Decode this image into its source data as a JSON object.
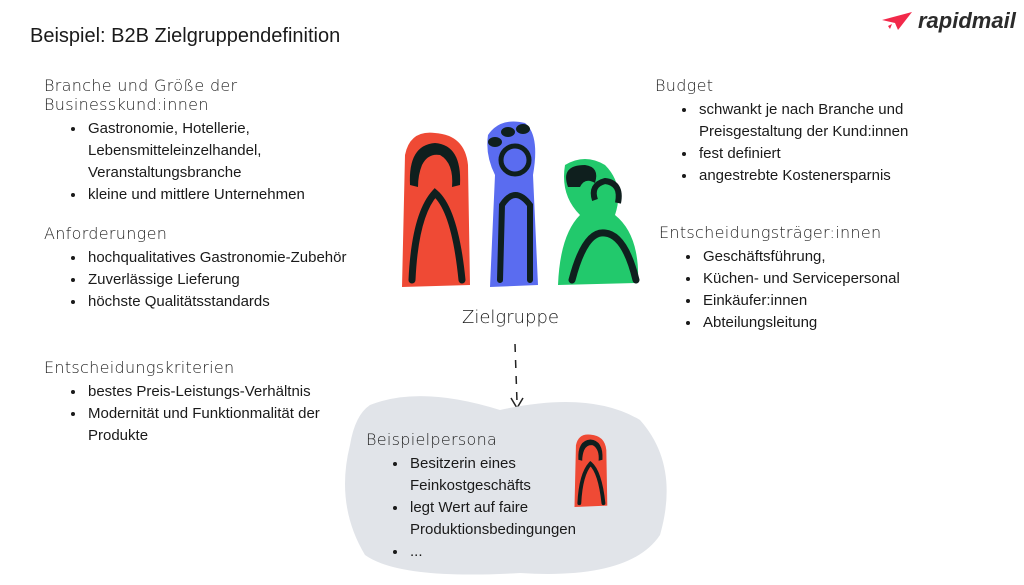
{
  "title": "Beispiel: B2B Zielgruppendefinition",
  "logo": "rapidmail",
  "brand_color": "#f2294a",
  "sections": {
    "branche": {
      "heading": "Branche und Größe der Businesskund:innen",
      "items": [
        "Gastronomie, Hotellerie, Lebensmitteleinzelhandel, Veranstaltungsbranche",
        "kleine und mittlere Unternehmen"
      ]
    },
    "anforderungen": {
      "heading": "Anforderungen",
      "items": [
        "hochqualitatives Gastronomie-Zubehör",
        "Zuverlässige Lieferung",
        "höchste Qualitätsstandards"
      ]
    },
    "kriterien": {
      "heading": "Entscheidungskriterien",
      "items": [
        "bestes Preis-Leistungs-Verhältnis",
        "Modernität und Funktionmalität der Produkte"
      ]
    },
    "budget": {
      "heading": "Budget",
      "items": [
        "schwankt je nach Branche und Preisgestaltung der Kund:innen",
        "fest definiert",
        "angestrebte Kostenersparnis"
      ]
    },
    "traeger": {
      "heading": "Entscheidungsträger:innen",
      "items": [
        "Geschäftsführung,",
        "Küchen- und Servicepersonal",
        "Einkäufer:innen",
        "Abteilungsleitung"
      ]
    }
  },
  "center_label": "Zielgruppe",
  "persona": {
    "heading": "Beispielpersona",
    "items": [
      "Besitzerin eines Feinkostgeschäfts",
      "legt Wert auf faire Produktionsbedingungen",
      "..."
    ]
  }
}
